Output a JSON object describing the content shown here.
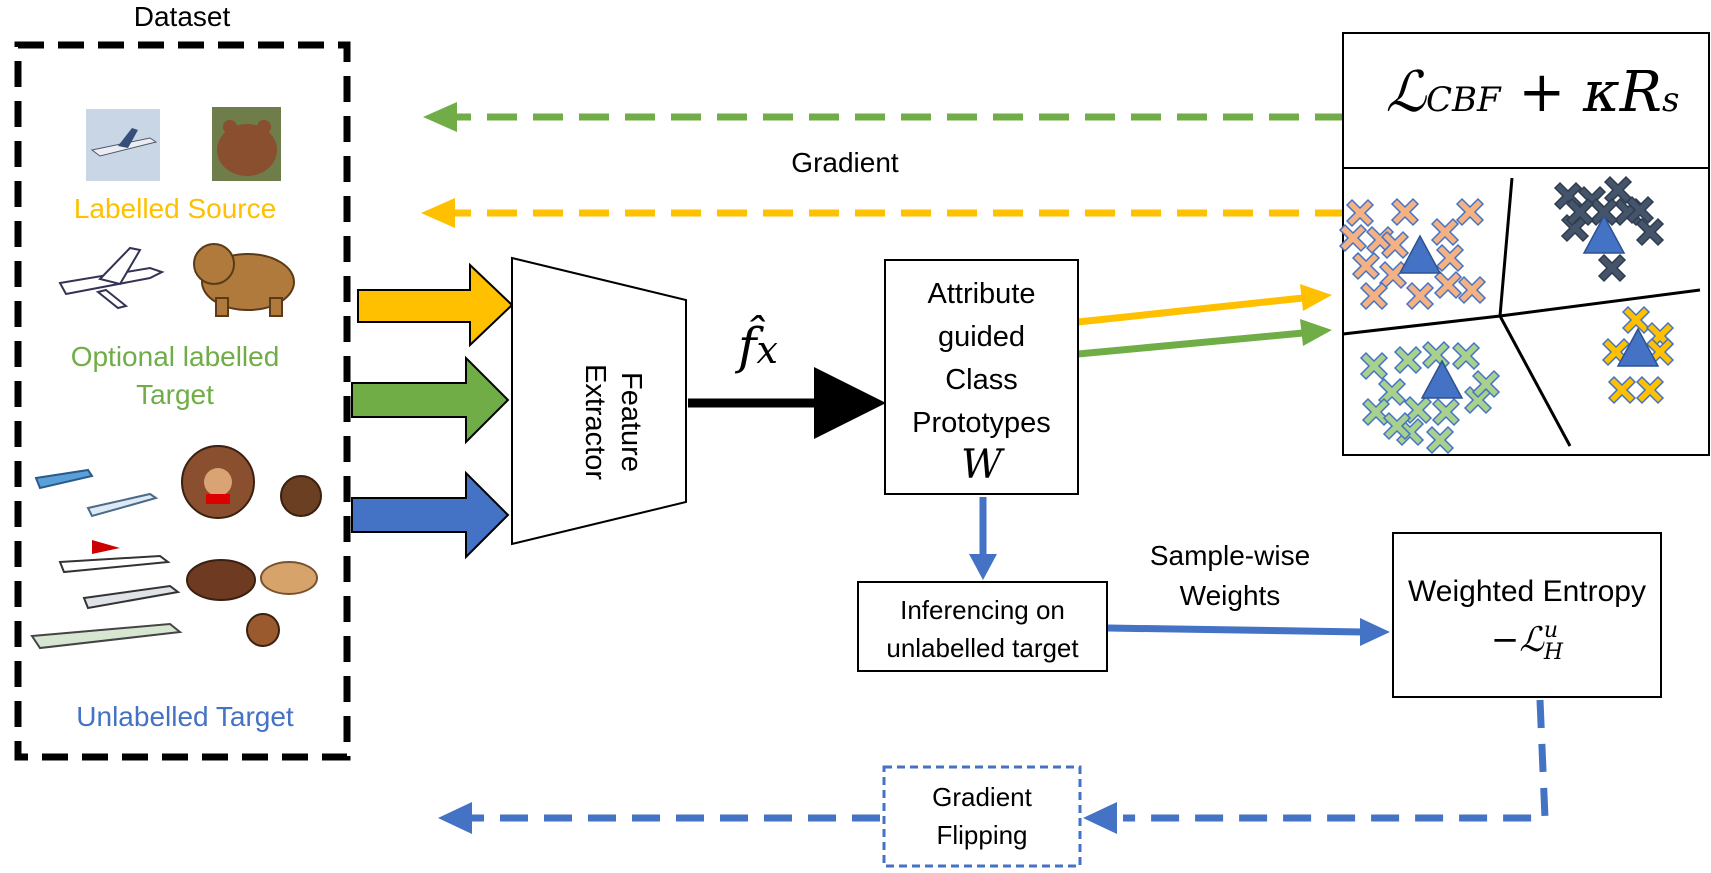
{
  "dataset": {
    "title": "Dataset",
    "labelled_source": "Labelled Source",
    "optional_target_line1": "Optional labelled",
    "optional_target_line2": "Target",
    "unlabelled_target": "Unlabelled Target"
  },
  "feature_extractor": {
    "line1": "Feature",
    "line2": "Extractor"
  },
  "feature_symbol": "f̂",
  "feature_symbol_sub": "x",
  "prototypes": {
    "line1": "Attribute",
    "line2": "guided",
    "line3": "Class",
    "line4": "Prototypes",
    "symbol": "W"
  },
  "loss": {
    "main": "ℒ",
    "sub": "CBF",
    "rest": " + κR",
    "rest_sub": "s"
  },
  "gradient_label": "Gradient",
  "inferencing": {
    "line1": "Inferencing on",
    "line2": "unlabelled target"
  },
  "samplewise": {
    "line1": "Sample-wise",
    "line2": "Weights"
  },
  "weighted_entropy": {
    "title": "Weighted Entropy",
    "symbol_prefix": "−ℒ",
    "symbol_sup": "u",
    "symbol_sub": "H"
  },
  "gradient_flipping": {
    "line1": "Gradient",
    "line2": "Flipping"
  },
  "colors": {
    "source": "#FFC000",
    "optional_target": "#70AD47",
    "unlabelled": "#4472C4",
    "cluster_orange_fill": "#F4B183",
    "cluster_green_fill": "#A9D18E",
    "cluster_navy_fill": "#44546A",
    "black": "#000000"
  }
}
